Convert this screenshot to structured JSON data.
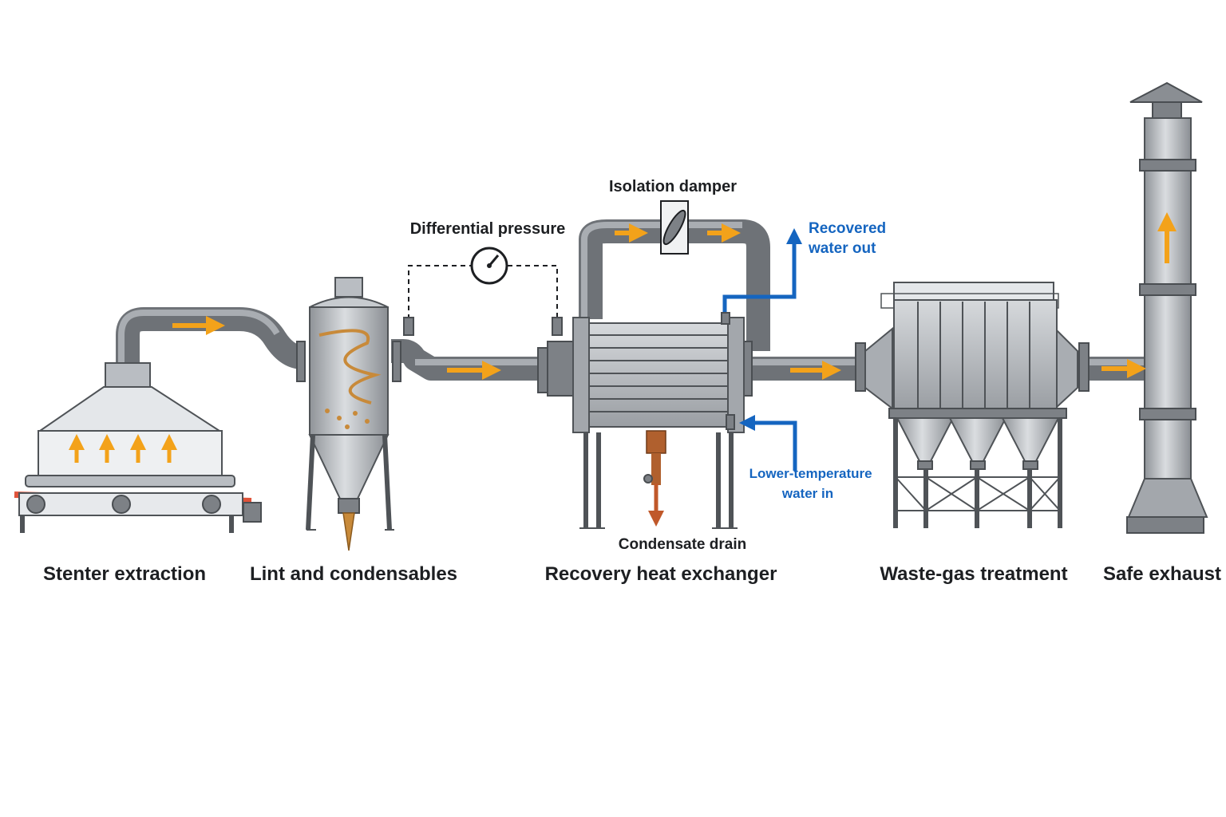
{
  "stages": [
    {
      "id": "stenter",
      "label": "Stenter extraction"
    },
    {
      "id": "lint",
      "label": "Lint and condensables"
    },
    {
      "id": "recovery",
      "label": "Recovery heat exchanger"
    },
    {
      "id": "treatment",
      "label": "Waste-gas treatment"
    },
    {
      "id": "exhaust",
      "label": "Safe exhaust"
    }
  ],
  "callouts": {
    "differential_pressure": "Differential pressure",
    "isolation_damper": "Isolation damper",
    "recovered_water_out": [
      "Recovered",
      "water out"
    ],
    "lower_temperature_water_in": [
      "Lower-temperature",
      "water in"
    ],
    "condensate_drain": "Condensate drain"
  },
  "colors": {
    "flow_arrow": "#f3a21a",
    "water_line": "#1565c0",
    "condensate": "#c0582a",
    "heater_strip": "#e0533a",
    "steel": "#b9bdc2",
    "pipe": "#6e7277"
  },
  "icons": [
    "gauge-icon",
    "damper-icon",
    "flow-arrow-icon",
    "water-arrow-icon",
    "drain-arrow-icon"
  ]
}
